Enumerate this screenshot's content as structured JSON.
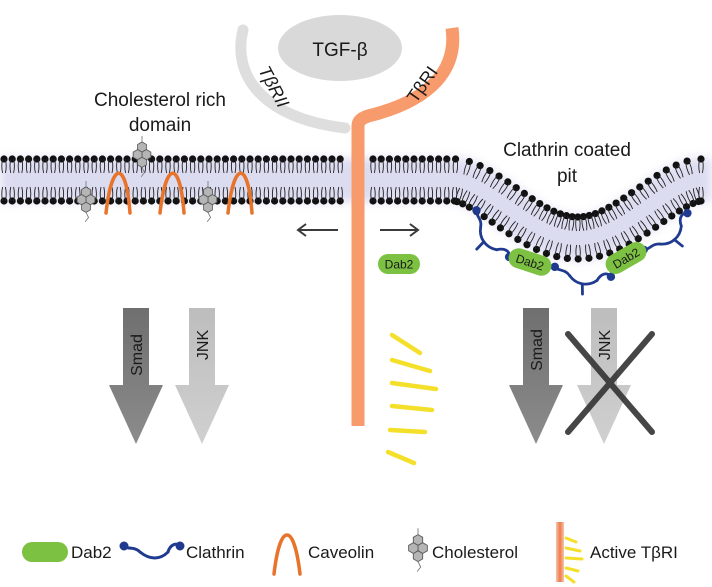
{
  "ligand": {
    "label": "TGF-β"
  },
  "receptors": {
    "type2_label": "TβRII",
    "type1_label": "TβRI"
  },
  "regions": {
    "left_line1": "Cholesterol rich",
    "left_line2": "domain",
    "right_line1": "Clathrin coated",
    "right_line2": "pit"
  },
  "adaptors": {
    "free_dab2": "Dab2",
    "pit_dab2_left": "Dab2",
    "pit_dab2_right": "Dab2"
  },
  "signals": {
    "left_smad": "Smad",
    "left_jnk": "JNK",
    "right_smad": "Smad",
    "right_jnk": "JNK"
  },
  "legend": {
    "dab2": "Dab2",
    "clathrin": "Clathrin",
    "caveolin": "Caveolin",
    "cholesterol": "Cholesterol",
    "active_receptor": "Active TβRI"
  },
  "colors": {
    "receptor": "#f79a6c",
    "dab2": "#7cc142",
    "clathrin": "#1f3a8f",
    "caveolin": "#e8732b",
    "ray": "#f4e02a",
    "smad_arrow": "#808080",
    "jnk_arrow": "#c8c8c8",
    "ligand": "#d9d9d9"
  }
}
